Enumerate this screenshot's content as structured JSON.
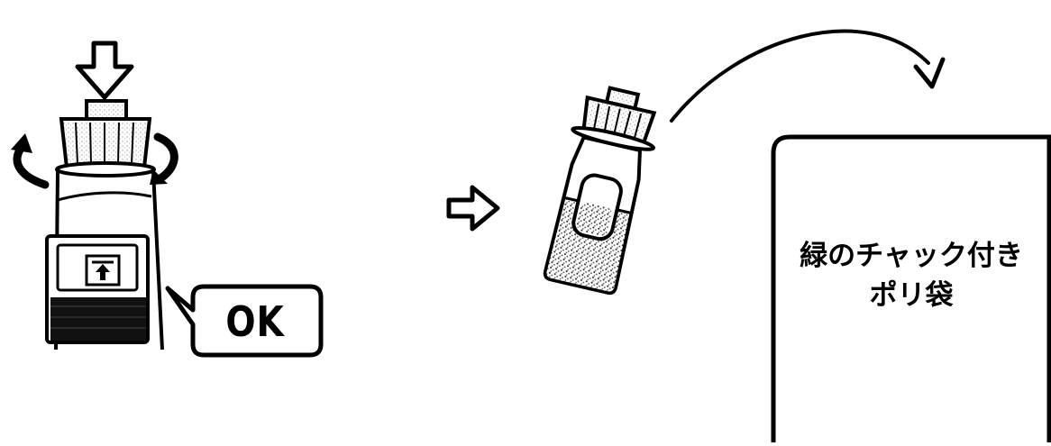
{
  "callout": {
    "text": "OK"
  },
  "bag": {
    "label_line1": "緑のチャック付き",
    "label_line2": "ポリ袋"
  }
}
